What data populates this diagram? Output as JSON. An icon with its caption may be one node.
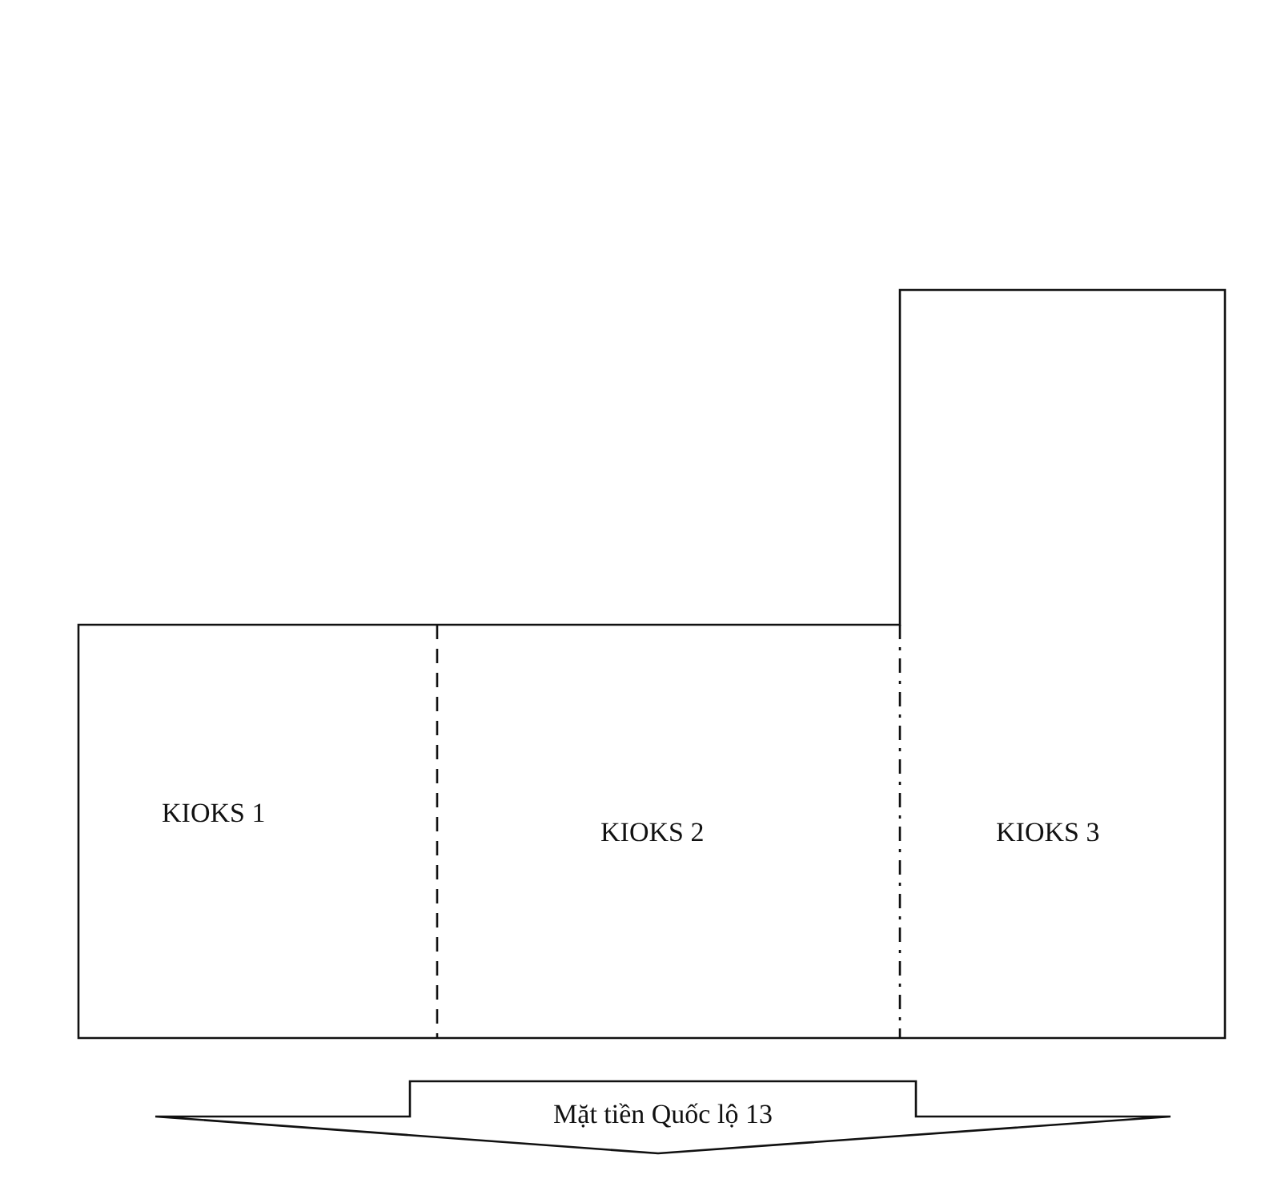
{
  "diagram": {
    "nodes": [
      {
        "text": [
          "KIOKS 1"
        ]
      },
      {
        "text": [
          "KIOKS 2"
        ]
      },
      {
        "text": [
          "KIOKS 3"
        ]
      },
      {
        "text": [
          "Mặt tiền Quốc lộ 13"
        ]
      }
    ]
  }
}
